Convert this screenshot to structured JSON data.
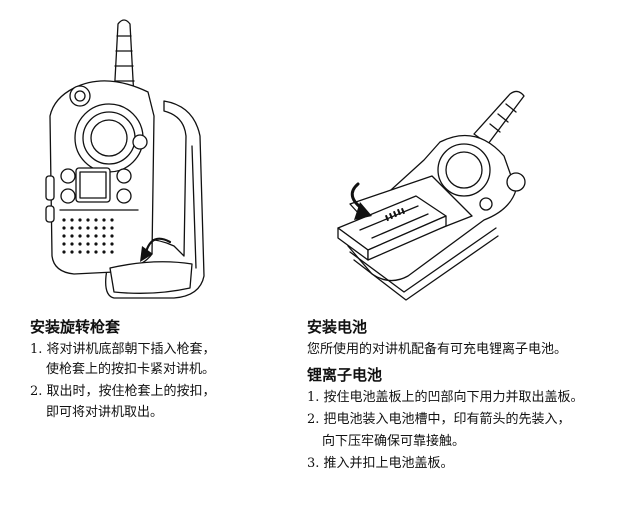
{
  "holster": {
    "title": "安装旋转枪套",
    "steps": [
      {
        "lines": [
          "1. 将对讲机底部朝下插入枪套，",
          "使枪套上的按扣卡紧对讲机。"
        ]
      },
      {
        "lines": [
          "2. 取出时，按住枪套上的按扣，",
          "即可将对讲机取出。"
        ]
      }
    ]
  },
  "battery": {
    "title": "安装电池",
    "description": "您所使用的对讲机配备有可充电锂离子电池。"
  },
  "liion": {
    "title": "锂离子电池",
    "steps": [
      {
        "lines": [
          "1. 按住电池盖板上的凹部向下用力并取出盖板。"
        ]
      },
      {
        "lines": [
          "2. 把电池装入电池槽中，印有箭头的先装入，",
          "向下压牢确保可靠接触。"
        ]
      },
      {
        "lines": [
          "3. 推入并扣上电池盖板。"
        ]
      }
    ]
  }
}
